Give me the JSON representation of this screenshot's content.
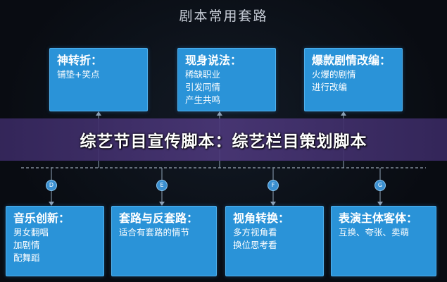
{
  "title": "剧本常用套路",
  "banner": "综艺节目宣传脚本：综艺栏目策划脚本",
  "top_boxes": [
    {
      "heading": "神转折：",
      "lines": [
        "铺垫+笑点"
      ]
    },
    {
      "heading": "现身说法：",
      "lines": [
        "稀缺职业",
        "引发同情",
        "产生共鸣"
      ]
    },
    {
      "heading": "爆款剧情改编：",
      "lines": [
        "火爆的剧情",
        "进行改编"
      ]
    }
  ],
  "bottom_boxes": [
    {
      "heading": "音乐创新：",
      "lines": [
        "男女翻唱",
        "加剧情",
        "配舞蹈"
      ],
      "marker": "D"
    },
    {
      "heading": "套路与反套路：",
      "lines": [
        "适合有套路的情节"
      ],
      "marker": "E"
    },
    {
      "heading": "视角转换：",
      "lines": [
        "多方视角看",
        "换位思考看"
      ],
      "marker": "F"
    },
    {
      "heading": "表演主体客体：",
      "lines": [
        "互换、夸张、卖萌"
      ],
      "marker": "G"
    }
  ],
  "colors": {
    "box": "#2a93d8",
    "banner": "#4b3778",
    "background": "#0b0f16"
  }
}
